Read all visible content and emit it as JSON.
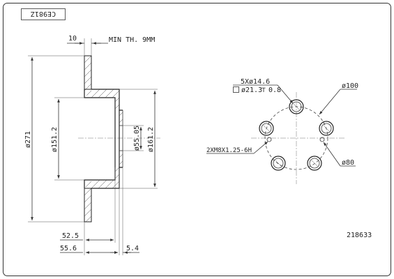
{
  "drawing": {
    "code_label": "CE981Z",
    "part_number": "218633"
  },
  "section_view": {
    "dim_top_width": "10",
    "dim_min_thickness": "MIN TH. 9MM",
    "dim_outer_dia": "ø271",
    "dim_hat_inner_dia": "ø151.2",
    "dim_center_bore": "ø55.05",
    "dim_hat_outer_dia": "ø161.2",
    "dim_depth_1": "52.5",
    "dim_depth_2": "55.6",
    "dim_flange": "5.4"
  },
  "front_view": {
    "bolt_holes": "5Xø14.6",
    "counterbore": "ø21.3",
    "counterbore_depth": "0.8",
    "threaded_holes": "2XM8X1.25-6H",
    "pcd_bolts": "ø100",
    "pcd_threads": "ø80"
  }
}
